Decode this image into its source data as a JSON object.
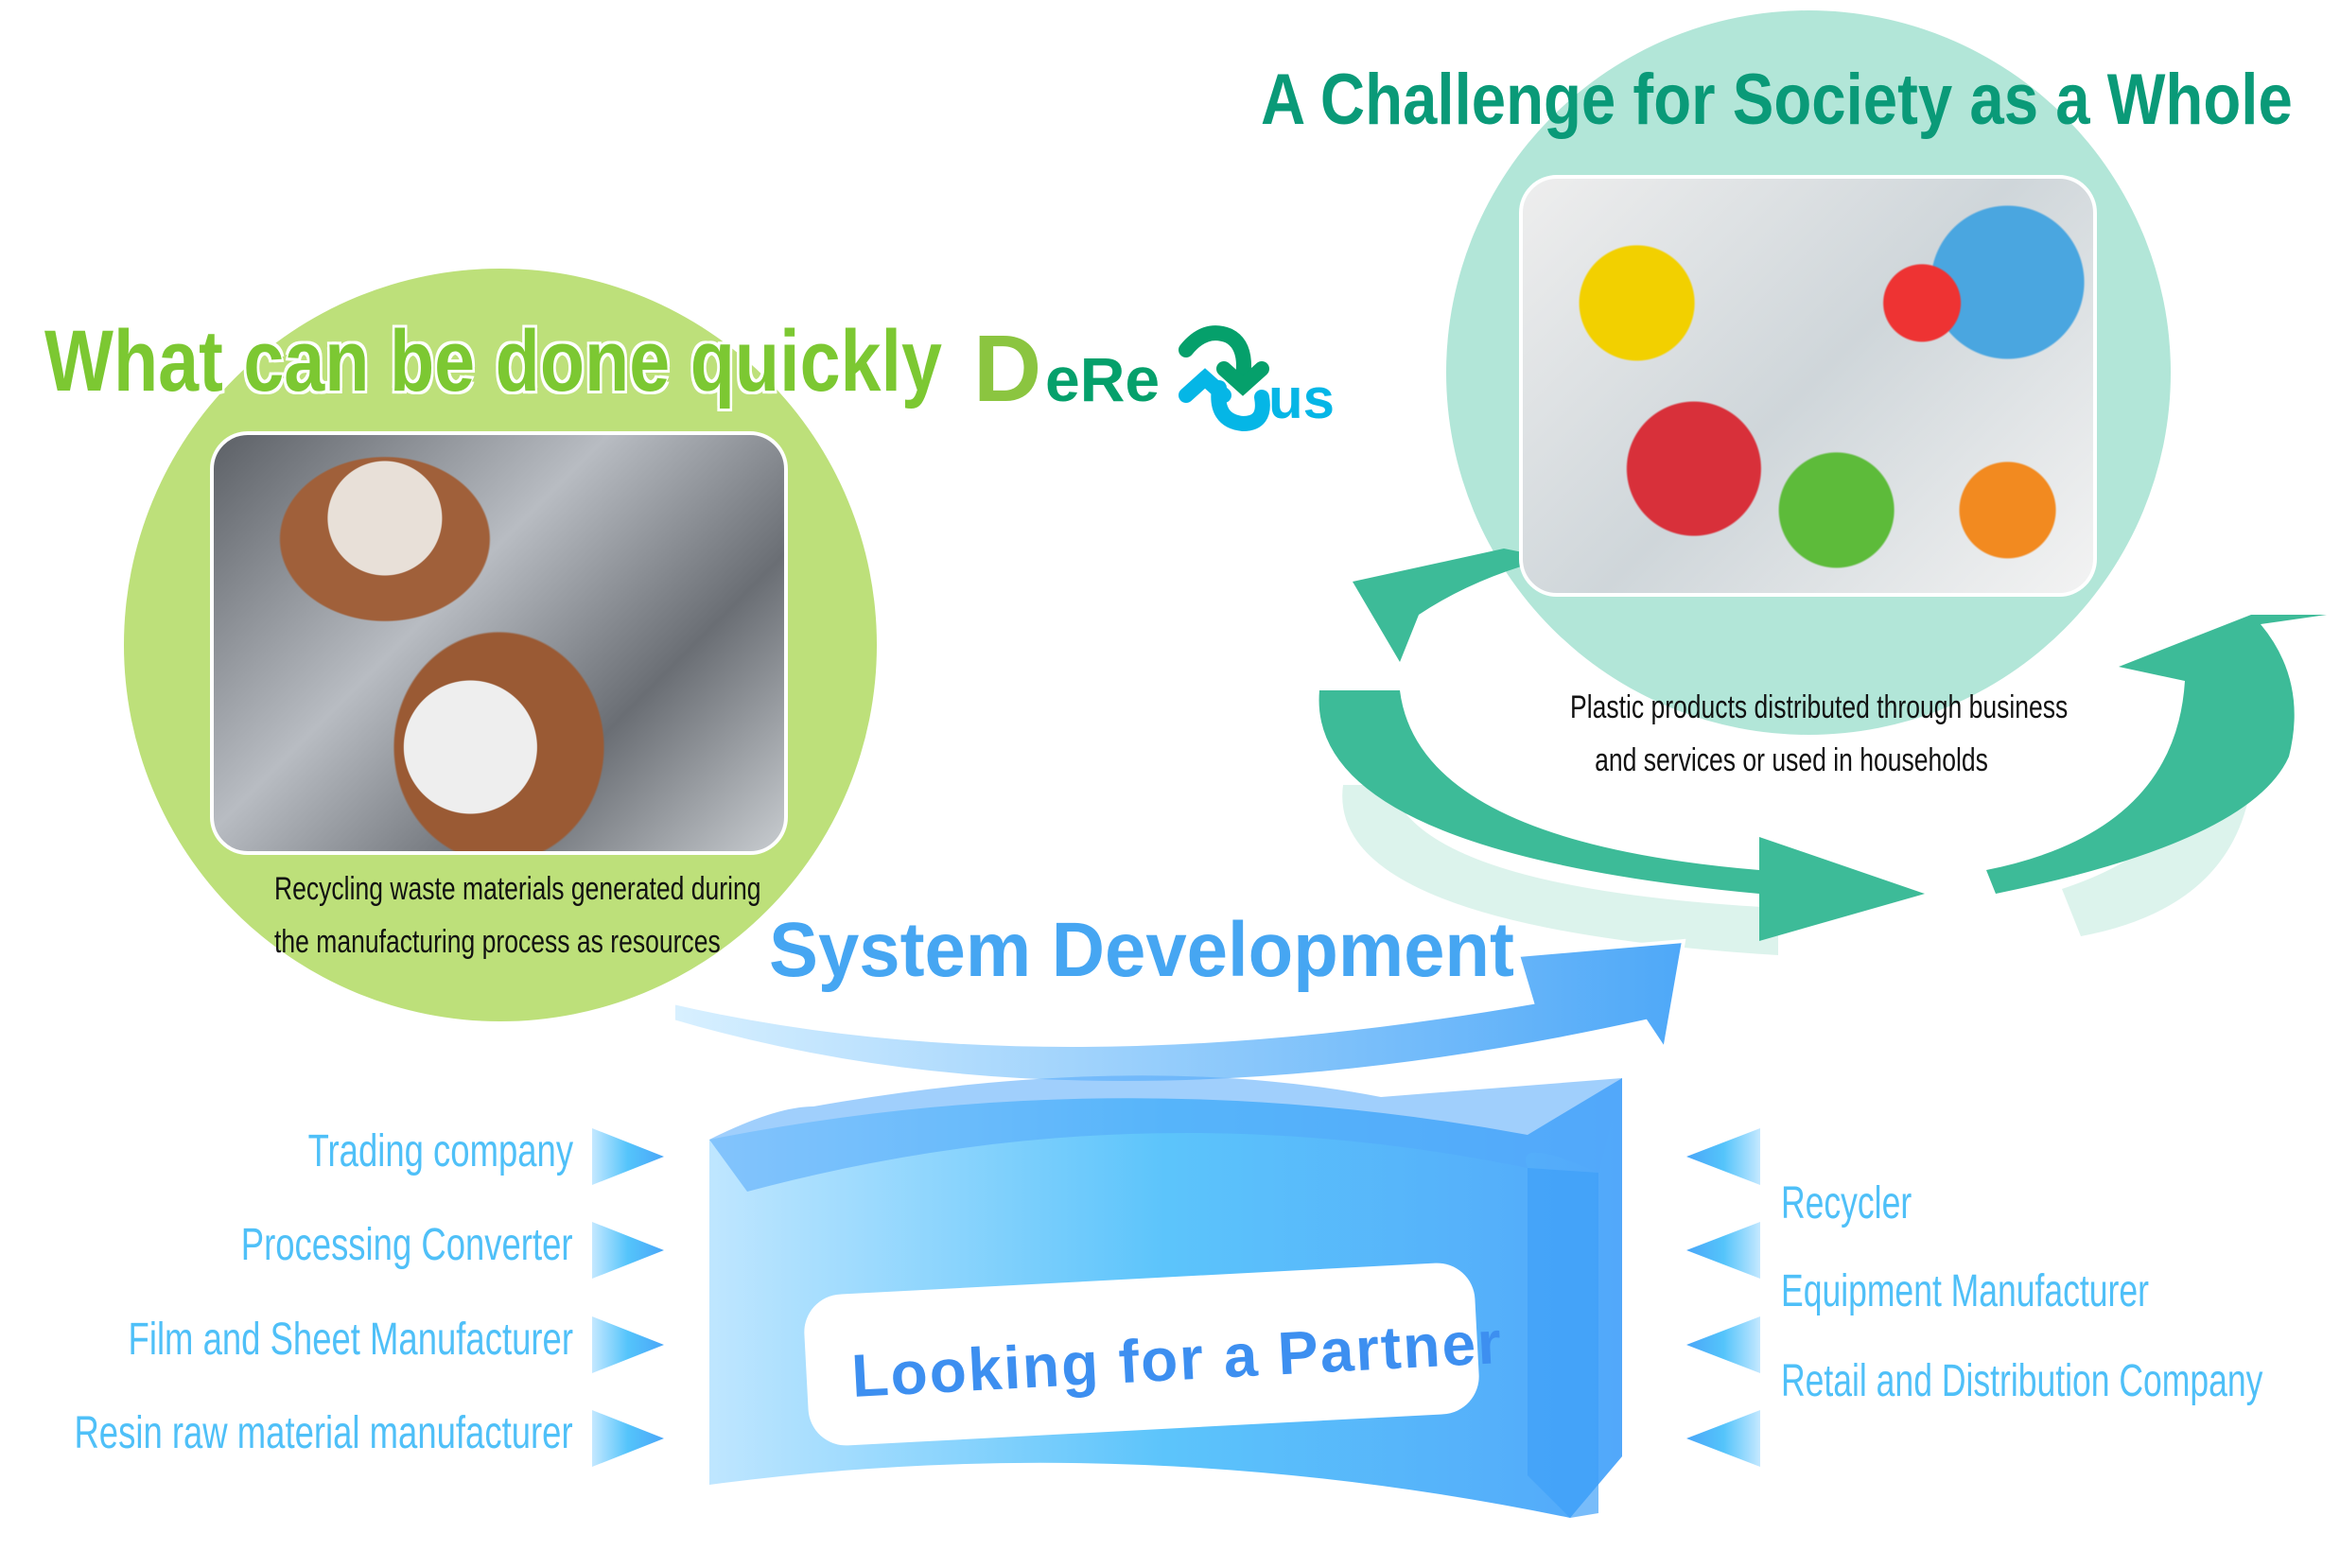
{
  "titles": {
    "challenge": "A Challenge for Society as a Whole",
    "quick": "What can be done quickly",
    "system": "System Development",
    "partner": "Looking for a Partner"
  },
  "logo": {
    "text": "DeReus",
    "part1": "D",
    "part2": "eRe",
    "part3": "us"
  },
  "captions": {
    "left_line1": "Recycling waste materials generated during",
    "left_line2": "the manufacturing process as resources",
    "right_line1": "Plastic products distributed through business",
    "right_line2": "and services or used in households"
  },
  "left_partners": [
    "Trading company",
    "Processing Converter",
    "Film and Sheet Manufacturer",
    "Resin raw material manufacturer"
  ],
  "right_partners": [
    "Recycler",
    "Equipment Manufacturer",
    "Retail and Distribution Company"
  ],
  "colors": {
    "green_title": "#7cc832",
    "teal_title": "#0a9a78",
    "blue": "#46a6f2",
    "light_blue": "#4fc0f8",
    "teal_arrow": "#3dbb98"
  }
}
